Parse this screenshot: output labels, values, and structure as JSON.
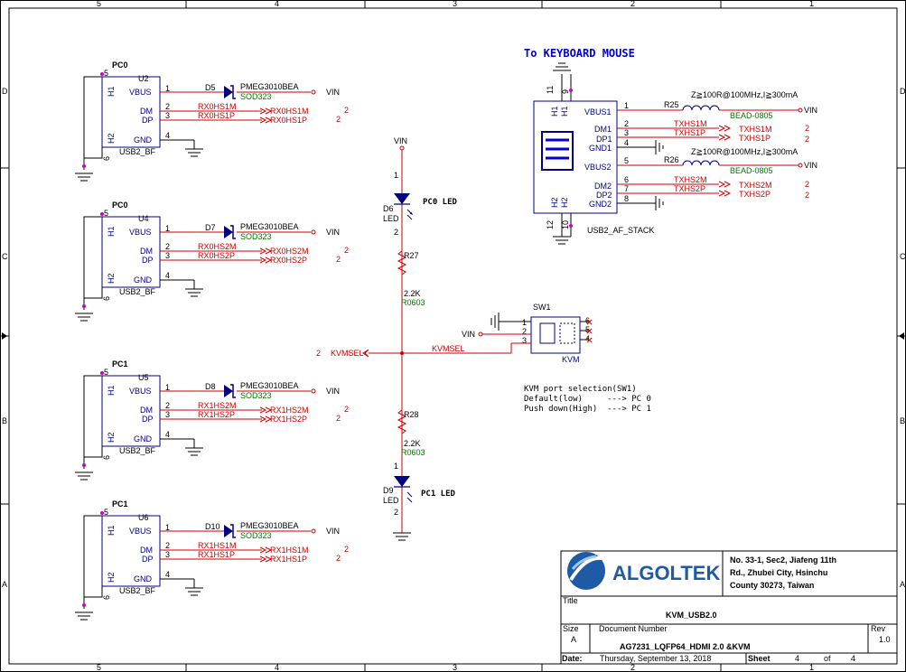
{
  "border": {
    "cols_top": [
      "5",
      "4",
      "3",
      "2",
      "1"
    ],
    "cols_bottom": [
      "5",
      "4",
      "3",
      "2",
      "1"
    ],
    "rows": [
      "D",
      "C",
      "B",
      "A"
    ]
  },
  "usb_bf": [
    {
      "group": "PC0",
      "ref": "U2",
      "diode": "D5",
      "part": "PMEG3010BEA",
      "pkg": "SOD323",
      "net_m": "RX0HS1M",
      "net_p": "RX0HS1P",
      "out_m": "RX0HS1M",
      "out_p": "RX0HS1P",
      "type": "USB2_BF"
    },
    {
      "group": "PC0",
      "ref": "U4",
      "diode": "D7",
      "part": "PMEG3010BEA",
      "pkg": "SOD323",
      "net_m": "RX0HS2M",
      "net_p": "RX0HS2P",
      "out_m": "RX0HS2M",
      "out_p": "RX0HS2P",
      "type": "USB2_BF"
    },
    {
      "group": "PC1",
      "ref": "U5",
      "diode": "D8",
      "part": "PMEG3010BEA",
      "pkg": "SOD323",
      "net_m": "RX1HS2M",
      "net_p": "RX1HS2P",
      "out_m": "RX1HS2M",
      "out_p": "RX1HS2P",
      "type": "USB2_BF"
    },
    {
      "group": "PC1",
      "ref": "U6",
      "diode": "D10",
      "part": "PMEG3010BEA",
      "pkg": "SOD323",
      "net_m": "RX1HS1M",
      "net_p": "RX1HS1P",
      "out_m": "RX1HS1M",
      "out_p": "RX1HS1P",
      "type": "USB2_BF"
    }
  ],
  "pins": {
    "vbus": "VBUS",
    "dm": "DM",
    "dp": "DP",
    "gnd": "GND",
    "h1": "H1",
    "h2": "H2",
    "vin": "VIN",
    "sheet_ref": "2"
  },
  "center": {
    "vin": "VIN",
    "d6_ref": "D6",
    "d6_type": "LED",
    "d6_label": "PC0  LED",
    "r27": "R27",
    "r27_val": "2.2K",
    "r27_pkg": "R0603",
    "kvmsel": "KVMSEL",
    "kvmsel_ref": "2",
    "r28": "R28",
    "r28_val": "2.2K",
    "r28_pkg": "R0603",
    "d9_ref": "D9",
    "d9_type": "LED",
    "d9_label": "PC1  LED"
  },
  "switch": {
    "ref": "SW1",
    "type": "KVM",
    "vin": "VIN",
    "note": [
      "KVM port selection(SW1)",
      "Default(low)     ---> PC 0",
      "Push down(High)  ---> PC 1"
    ]
  },
  "stack": {
    "heading": "To KEYBOARD MOUSE",
    "type": "USB2_AF_STACK",
    "pins": {
      "vbus1": "VBUS1",
      "dm1": "DM1",
      "dp1": "DP1",
      "gnd1": "GND1",
      "vbus2": "VBUS2",
      "dm2": "DM2",
      "dp2": "DP2",
      "gnd2": "GND2"
    },
    "r25": "R25",
    "r26": "R26",
    "bead": "BEAD-0805",
    "bead_spec": "Z≧100R@100MHz,I≧300mA",
    "nets": [
      "TXHS1M",
      "TXHS1P",
      "TXHS2M",
      "TXHS2P"
    ],
    "vin": "VIN"
  },
  "title_block": {
    "company": "ALGOLTEK",
    "address": [
      "No. 33-1, Sec2, Jiafeng 11th",
      "Rd., Zhubei City, Hsinchu",
      "County 30273, Taiwan"
    ],
    "title_label": "Title",
    "title": "KVM_USB2.0",
    "size_label": "Size",
    "size": "A",
    "docnum_label": "Document Number",
    "docnum": "AG7231_LQFP64_HDMI 2.0 &KVM",
    "rev_label": "Rev",
    "rev": "1.0",
    "date_label": "Date:",
    "date": "Thursday, September 13, 2018",
    "sheet_label": "Sheet",
    "sheet": "4",
    "of_label": "of",
    "total": "4"
  },
  "colors": {
    "wire": "#cc0000",
    "part": "#000080",
    "value": "#007700",
    "junction": "#cc00cc"
  }
}
